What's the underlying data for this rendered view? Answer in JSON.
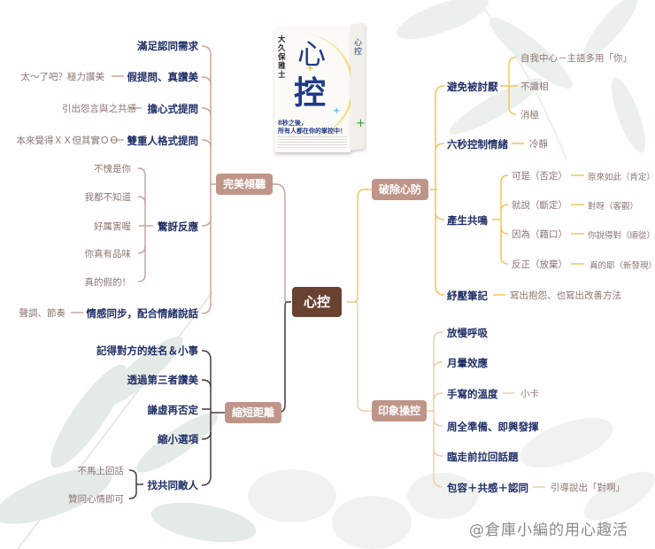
{
  "center": {
    "label": "心控"
  },
  "book": {
    "author": "大久保雅士",
    "title_1": "心",
    "title_2": "控",
    "tagline_1": "8秒之後，",
    "tagline_2": "所有人都在你的掌控中！",
    "spine_title": "心控"
  },
  "left": {
    "branch_1": {
      "label": "完美傾聽",
      "children": [
        {
          "label": "滿足認同需求",
          "note": ""
        },
        {
          "label": "假提問、真讚美",
          "note": "太～了吧？極力讚美"
        },
        {
          "label": "擔心式提問",
          "note": "引出怨言與之共感"
        },
        {
          "label": "雙重人格式提問",
          "note": "本來覺得ＸＸ但其實ＯＯ"
        },
        {
          "label": "驚訝反應",
          "subs": [
            "不愧是你",
            "我都不知道",
            "好厲害喔",
            "你真有品味",
            "真的假的！"
          ]
        },
        {
          "label": "情感同步，配合情緒說話",
          "note": "聲調、節奏"
        }
      ]
    },
    "branch_2": {
      "label": "縮短距離",
      "children": [
        {
          "label": "記得對方的姓名＆小事"
        },
        {
          "label": "透過第三者讚美"
        },
        {
          "label": "謙虛再否定"
        },
        {
          "label": "縮小選項"
        },
        {
          "label": "找共同敵人",
          "subs": [
            "不馬上回話",
            "贊同心情即可"
          ]
        }
      ]
    }
  },
  "right": {
    "branch_1": {
      "label": "破除心防",
      "children": [
        {
          "label": "避免被討厭",
          "subs": [
            "自我中心－主語多用「你」",
            "不識相",
            "消極"
          ]
        },
        {
          "label": "六秒控制情緒",
          "note": "冷靜"
        },
        {
          "label": "產生共鳴",
          "pairs": [
            {
              "a": "可是（否定）",
              "b": "原來如此（肯定）"
            },
            {
              "a": "就說（斷定）",
              "b": "對呀（客觀）"
            },
            {
              "a": "因為（藉口）",
              "b": "你說得對（順從）"
            },
            {
              "a": "反正（放棄）",
              "b": "真的耶（新發現）"
            }
          ]
        },
        {
          "label": "紓壓筆記",
          "note": "寫出抱怨、也寫出改善方法"
        }
      ]
    },
    "branch_2": {
      "label": "印象操控",
      "children": [
        {
          "label": "放慢呼吸"
        },
        {
          "label": "月暈效應"
        },
        {
          "label": "手寫的溫度",
          "note": "小卡"
        },
        {
          "label": "周全準備、即興發揮"
        },
        {
          "label": "臨走前拉回話題"
        },
        {
          "label": "包容＋共感＋認同",
          "note": "引導說出「對啊」"
        }
      ]
    }
  },
  "watermark": "@倉庫小編的用心趣活",
  "colors": {
    "center_node": "#6a4232",
    "branch_node": "#bf9589",
    "topic_text": "#1f2f66",
    "note_text": "#8a7570",
    "line_left_top": "#c9a59a",
    "line_left_bottom": "#4a3a3a",
    "line_right_top": "#f3c55a",
    "line_right_bottom": "#eccfa6"
  }
}
